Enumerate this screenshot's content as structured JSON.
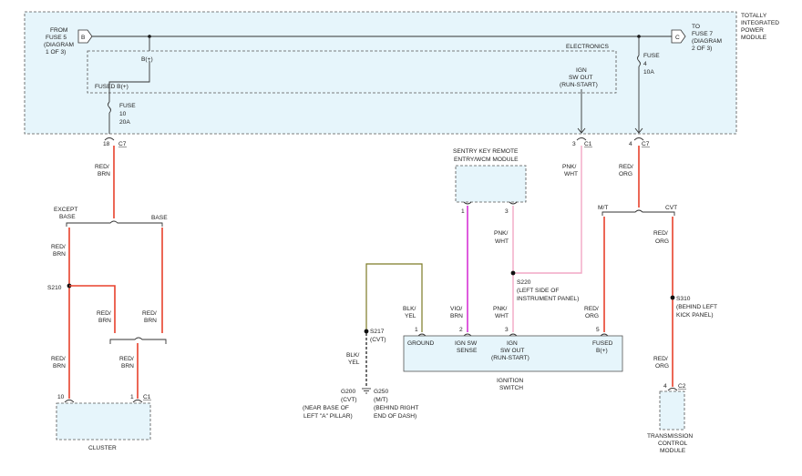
{
  "tipm": {
    "label": [
      "TOTALLY",
      "INTEGRATED",
      "POWER",
      "MODULE"
    ],
    "from_fuse5": [
      "FROM",
      "FUSE 5",
      "(DIAGRAM",
      "1 OF 3)"
    ],
    "conn_b": "B",
    "conn_c": "C",
    "to_fuse7": [
      "TO",
      "FUSE 7",
      "(DIAGRAM",
      "2 OF 3)"
    ],
    "bplus": "B(+)",
    "electronics": "ELECTRONICS",
    "fuse4": [
      "FUSE",
      "4",
      "10A"
    ],
    "fused_bplus": "FUSED B(+)",
    "ign_sw_out": [
      "IGN",
      "SW OUT",
      "(RUN-START)"
    ],
    "fuse10": [
      "FUSE",
      "10",
      "20A"
    ]
  },
  "connectors": {
    "c7_left": {
      "pin": "18",
      "name": "C7"
    },
    "c1_mid": {
      "pin": "3",
      "name": "C1"
    },
    "c7_right": {
      "pin": "4",
      "name": "C7"
    },
    "c1_cluster": {
      "pin": "1",
      "name": "C1"
    },
    "cluster_pin10": "10",
    "c2_tcm": {
      "pin": "4",
      "name": "C2"
    }
  },
  "wires": {
    "red_brn_top": [
      "RED/",
      "BRN"
    ],
    "except_base": [
      "EXCEPT",
      "BASE"
    ],
    "base": "BASE",
    "red_brn_left": [
      "RED/",
      "BRN"
    ],
    "s210": "S210",
    "red_brn_mid": [
      "RED/",
      "BRN"
    ],
    "red_brn_right": [
      "RED/",
      "BRN"
    ],
    "red_brn_low_left": [
      "RED/",
      "BRN"
    ],
    "red_brn_low_mid": [
      "RED/",
      "BRN"
    ],
    "pnk_wht_right": [
      "PNK/",
      "WHT"
    ],
    "red_org_top": [
      "RED/",
      "ORG"
    ],
    "mt": "M/T",
    "cvt": "CVT",
    "pnk_wht_sentry": [
      "PNK/",
      "WHT"
    ],
    "s220": [
      "S220",
      "(LEFT SIDE OF",
      "INSTRUMENT PANEL)"
    ],
    "blk_yel_top": [
      "BLK/",
      "YEL"
    ],
    "vio_brn": [
      "VIO/",
      "BRN"
    ],
    "pnk_wht_ign": [
      "PNK/",
      "WHT"
    ],
    "red_org_mt": [
      "RED/",
      "ORG"
    ],
    "red_org_cvt": [
      "RED/",
      "ORG"
    ],
    "s310": [
      "S310",
      "(BEHIND LEFT",
      "KICK PANEL)"
    ],
    "red_org_tcm": [
      "RED/",
      "ORG"
    ],
    "s217": [
      "S217",
      "(CVT)"
    ],
    "blk_yel_low": [
      "BLK/",
      "YEL"
    ]
  },
  "sentry": {
    "label": [
      "SENTRY KEY REMOTE",
      "ENTRY/WCM MODULE"
    ],
    "pin1": "1",
    "pin3": "3"
  },
  "ignition": {
    "pins": [
      "1",
      "2",
      "3",
      "5"
    ],
    "ground": "GROUND",
    "sense": [
      "IGN SW",
      "SENSE"
    ],
    "out": [
      "IGN",
      "SW OUT",
      "(RUN-START)"
    ],
    "fused": [
      "FUSED",
      "B(+)"
    ],
    "label": [
      "IGNITION",
      "SWITCH"
    ]
  },
  "grounds": {
    "g200": [
      "G200",
      "(CVT)",
      "(NEAR BASE OF",
      "LEFT \"A\" PILLAR)"
    ],
    "g250": [
      "G250",
      "(M/T)",
      "(BEHIND RIGHT",
      "END OF DASH)"
    ]
  },
  "cluster": {
    "label": "CLUSTER"
  },
  "tcm": {
    "label": [
      "TRANSMISSION",
      "CONTROL",
      "MODULE"
    ]
  },
  "colors": {
    "red_wire": "#e8412c",
    "pink_wire": "#f2a7c5",
    "violet_wire": "#d633d6",
    "blk_yel_wire": "#7c7a26",
    "module_fill": "#e6f5fb"
  }
}
